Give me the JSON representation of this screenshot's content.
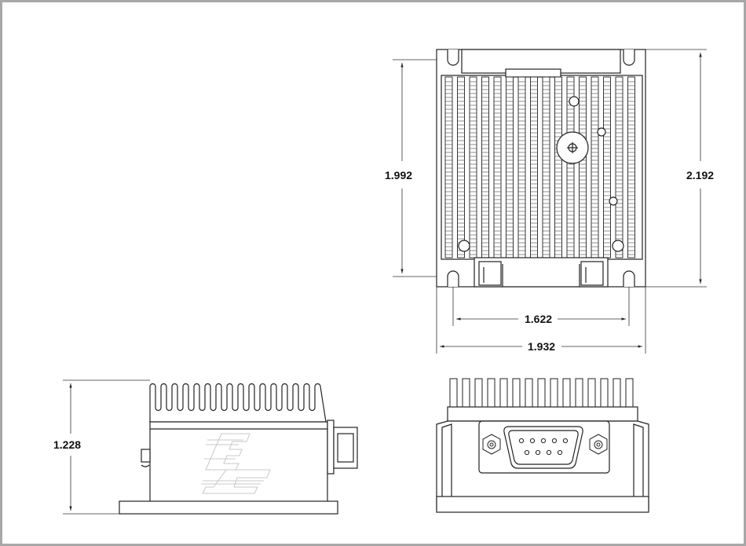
{
  "dimensions": {
    "top_height_inner": "1.992",
    "top_height_outer": "2.192",
    "top_width_inner": "1.622",
    "top_width_outer": "1.932",
    "side_height": "1.228"
  },
  "colors": {
    "line": "#222222",
    "dimension_line": "#333333",
    "frame": "#a8a8a8",
    "logo": "#c8c8c8"
  },
  "icons": {
    "logo": "ee-logo-icon",
    "connector": "db9-connector-icon"
  }
}
